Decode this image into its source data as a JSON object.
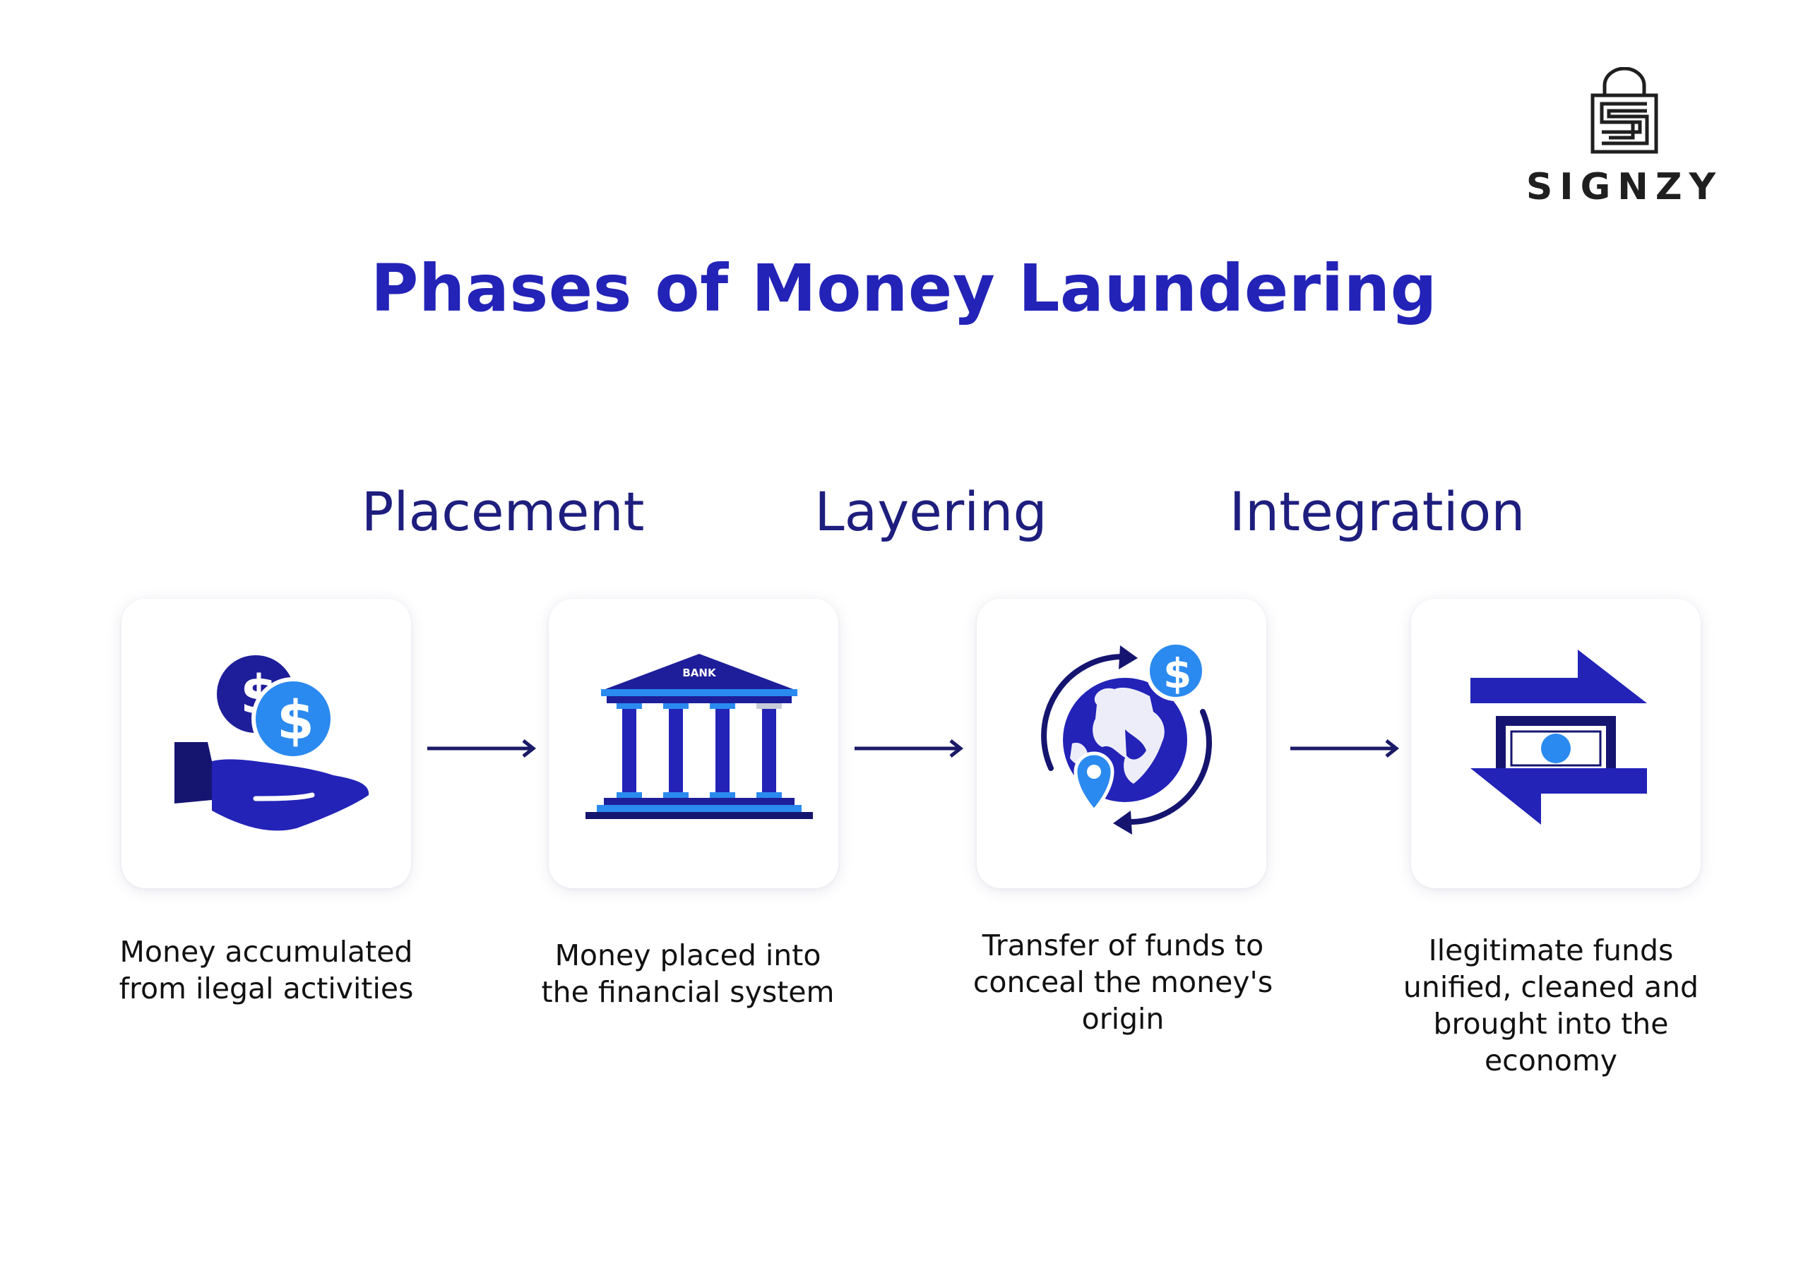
{
  "brand": {
    "name": "SIGNZY",
    "text_color": "#1f1f1f"
  },
  "title": "Phases of Money Laundering",
  "colors": {
    "title": "#2323b8",
    "phase_label": "#1e1e7e",
    "icon_dark": "#1e1e9a",
    "icon_accent": "#2b8af0",
    "navy": "#151570",
    "arrow": "#1a1a66"
  },
  "phases": [
    {
      "label": "Placement"
    },
    {
      "label": "Layering"
    },
    {
      "label": "Integration"
    }
  ],
  "steps": [
    {
      "icon": "hand-coins-icon",
      "description": [
        "Money accumulated",
        "from ilegal activities"
      ]
    },
    {
      "icon": "bank-icon",
      "icon_text": "BANK",
      "description": [
        "Money placed into",
        "the financial system"
      ]
    },
    {
      "icon": "globe-transfer-icon",
      "description": [
        "Transfer of funds to",
        "conceal the money's",
        "origin"
      ]
    },
    {
      "icon": "exchange-cash-icon",
      "description": [
        "Ilegitimate funds",
        "unified, cleaned and",
        "brought into the",
        "economy"
      ]
    }
  ]
}
